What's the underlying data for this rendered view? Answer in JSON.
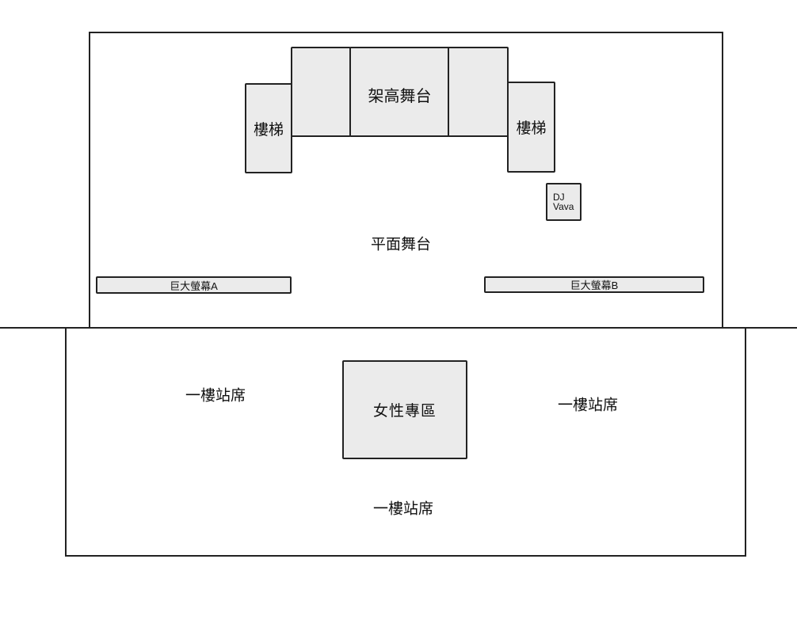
{
  "raised_stage": {
    "label": "架高舞台"
  },
  "stairs_left": {
    "label": "樓梯"
  },
  "stairs_right": {
    "label": "樓梯"
  },
  "dj_booth": {
    "line1": "DJ",
    "line2": "Vava"
  },
  "floor_stage": {
    "label": "平面舞台"
  },
  "screen_a": {
    "label": "巨大螢幕A"
  },
  "screen_b": {
    "label": "巨大螢幕B"
  },
  "women_zone": {
    "label": "女性專區"
  },
  "standing_left": {
    "label": "一樓站席"
  },
  "standing_right": {
    "label": "一樓站席"
  },
  "standing_bottom": {
    "label": "一樓站席"
  }
}
